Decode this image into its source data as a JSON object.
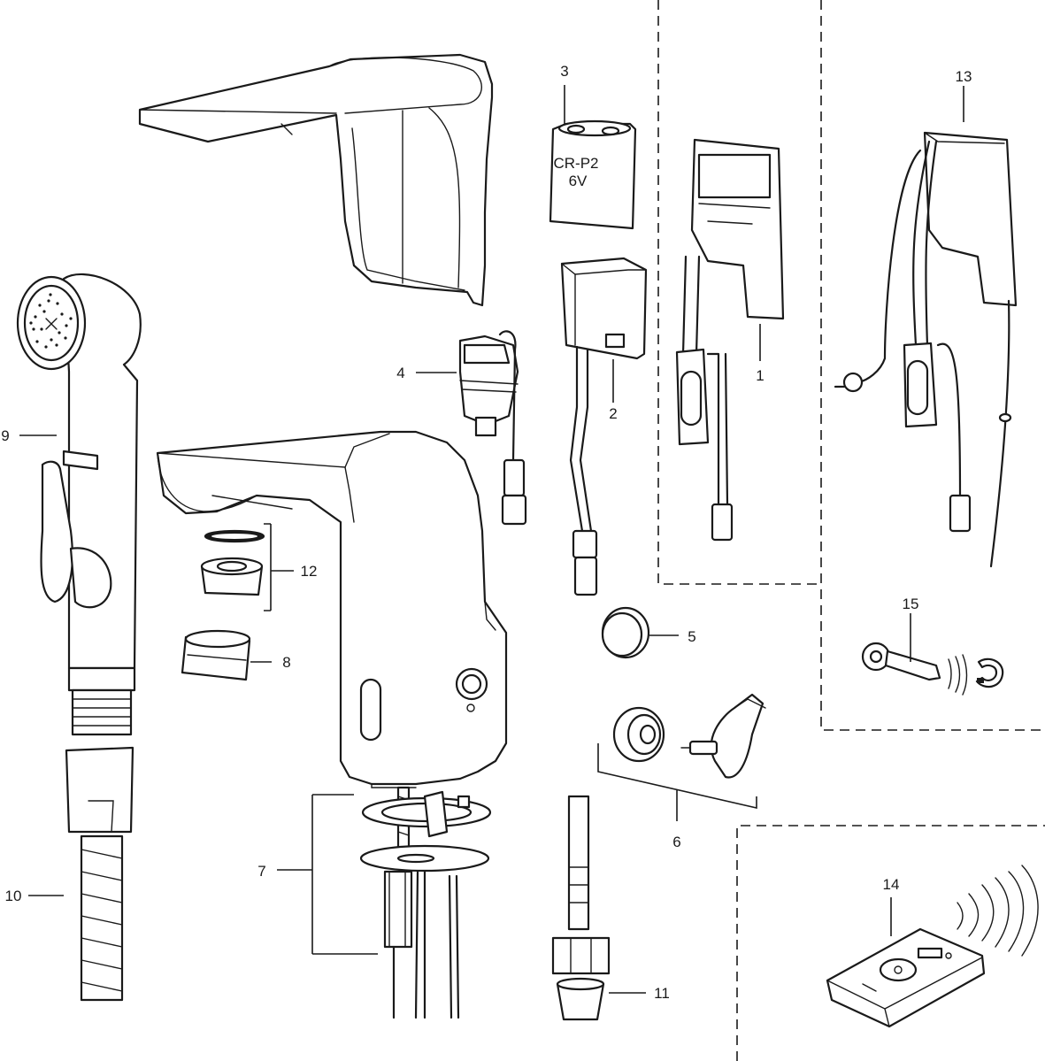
{
  "callouts": {
    "c1": "1",
    "c2": "2",
    "c3": "3",
    "c4": "4",
    "c5": "5",
    "c6": "6",
    "c7": "7",
    "c8": "8",
    "c9": "9",
    "c10": "10",
    "c11": "11",
    "c12": "12",
    "c13": "13",
    "c14": "14",
    "c15": "15"
  },
  "battery": {
    "type": "CR-P2",
    "voltage": "6V"
  }
}
